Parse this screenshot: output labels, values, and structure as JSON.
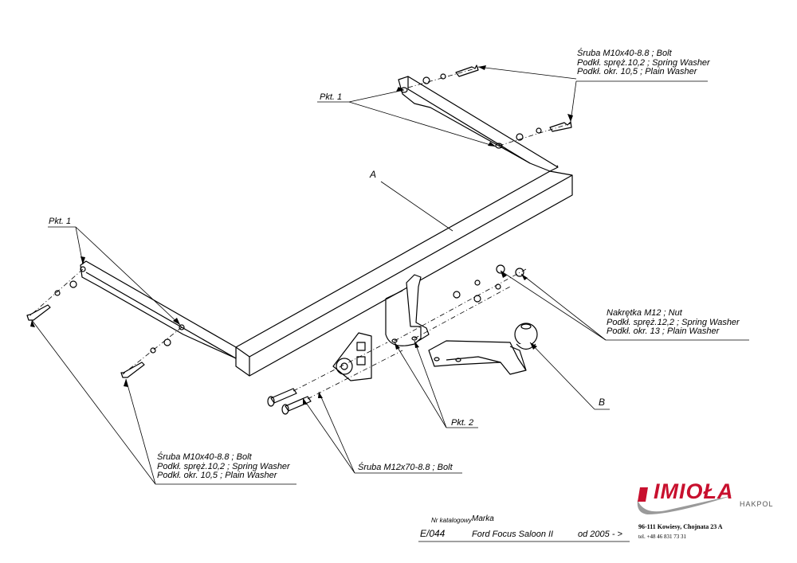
{
  "top_right_callout": {
    "line1": "Śruba M10x40-8.8 ;  Bolt",
    "line2": "Podkł. spręż.10,2 ; Spring Washer",
    "line3": "Podkł. okr. 10,5 ; Plain Washer"
  },
  "pkt1_top": "Pkt. 1",
  "pkt1_left": "Pkt. 1",
  "label_a": "A",
  "label_b": "B",
  "nut_callout": {
    "line1": "Nakrętka  M12 ; Nut",
    "line2": "Podkł. spręż.12,2 ; Spring Washer",
    "line3": "Podkł. okr. 13 ; Plain Washer"
  },
  "pkt2": "Pkt. 2",
  "bottom_left_callout": {
    "line1": "Śruba M10x40-8.8 ;  Bolt",
    "line2": "Podkł. spręż.10,2 ; Spring Washer",
    "line3": "Podkł. okr. 10,5 ; Plain Washer"
  },
  "bolt_m12": "Śruba M12x70-8.8 ;  Bolt",
  "title_block": {
    "catalog_header": "Nr katalogowy",
    "brand_header": "Marka",
    "catalog_no": "E/044",
    "model": "Ford Focus Saloon II",
    "years": "od 2005 - >"
  },
  "company": {
    "logo_text": "IMIOŁA",
    "sub": "HAKPOL",
    "address": "96-111 Kowiesy, Chojnata 23 A",
    "phone": "tel. +48 46 831 73 31",
    "brand_color": "#c8102e"
  }
}
